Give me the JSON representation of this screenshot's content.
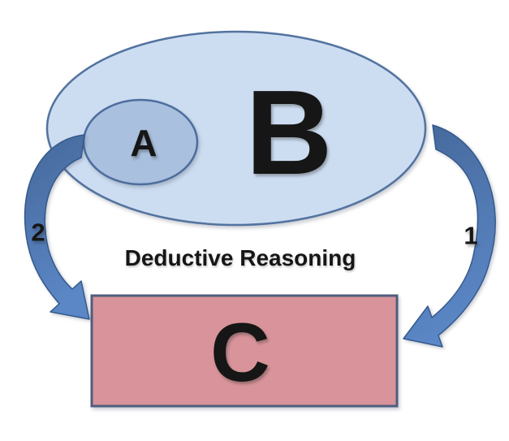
{
  "diagram": {
    "title": "Deductive Reasoning",
    "outer_set": {
      "label": "B"
    },
    "inner_set": {
      "label": "A"
    },
    "conclusion": {
      "label": "C"
    },
    "arrow_right": {
      "label": "1"
    },
    "arrow_left": {
      "label": "2"
    },
    "colors": {
      "outer_ellipse_fill": "#cdddf1",
      "outer_ellipse_stroke": "#53739f",
      "inner_ellipse_fill": "#a9c0de",
      "inner_ellipse_stroke": "#4d6d9d",
      "box_fill": "#d8949a",
      "box_stroke": "#4f5e7e",
      "arrow_gradient_dark": "#45689a",
      "arrow_gradient_light": "#5b87c6",
      "arrow_stroke": "#35598c",
      "text": "#161616",
      "background": "#ffffff"
    }
  }
}
